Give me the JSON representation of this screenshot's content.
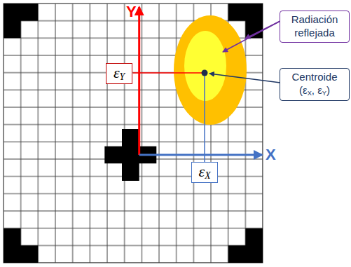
{
  "diagram": {
    "nodes": [
      {
        "text": [
          "Radiación reflejada"
        ]
      },
      {
        "text": [
          "Centroide (εX, εY)"
        ]
      },
      {
        "text": [
          "εY"
        ]
      },
      {
        "text": [
          "εX"
        ]
      }
    ],
    "labels": [
      "Y",
      "X"
    ]
  }
}
